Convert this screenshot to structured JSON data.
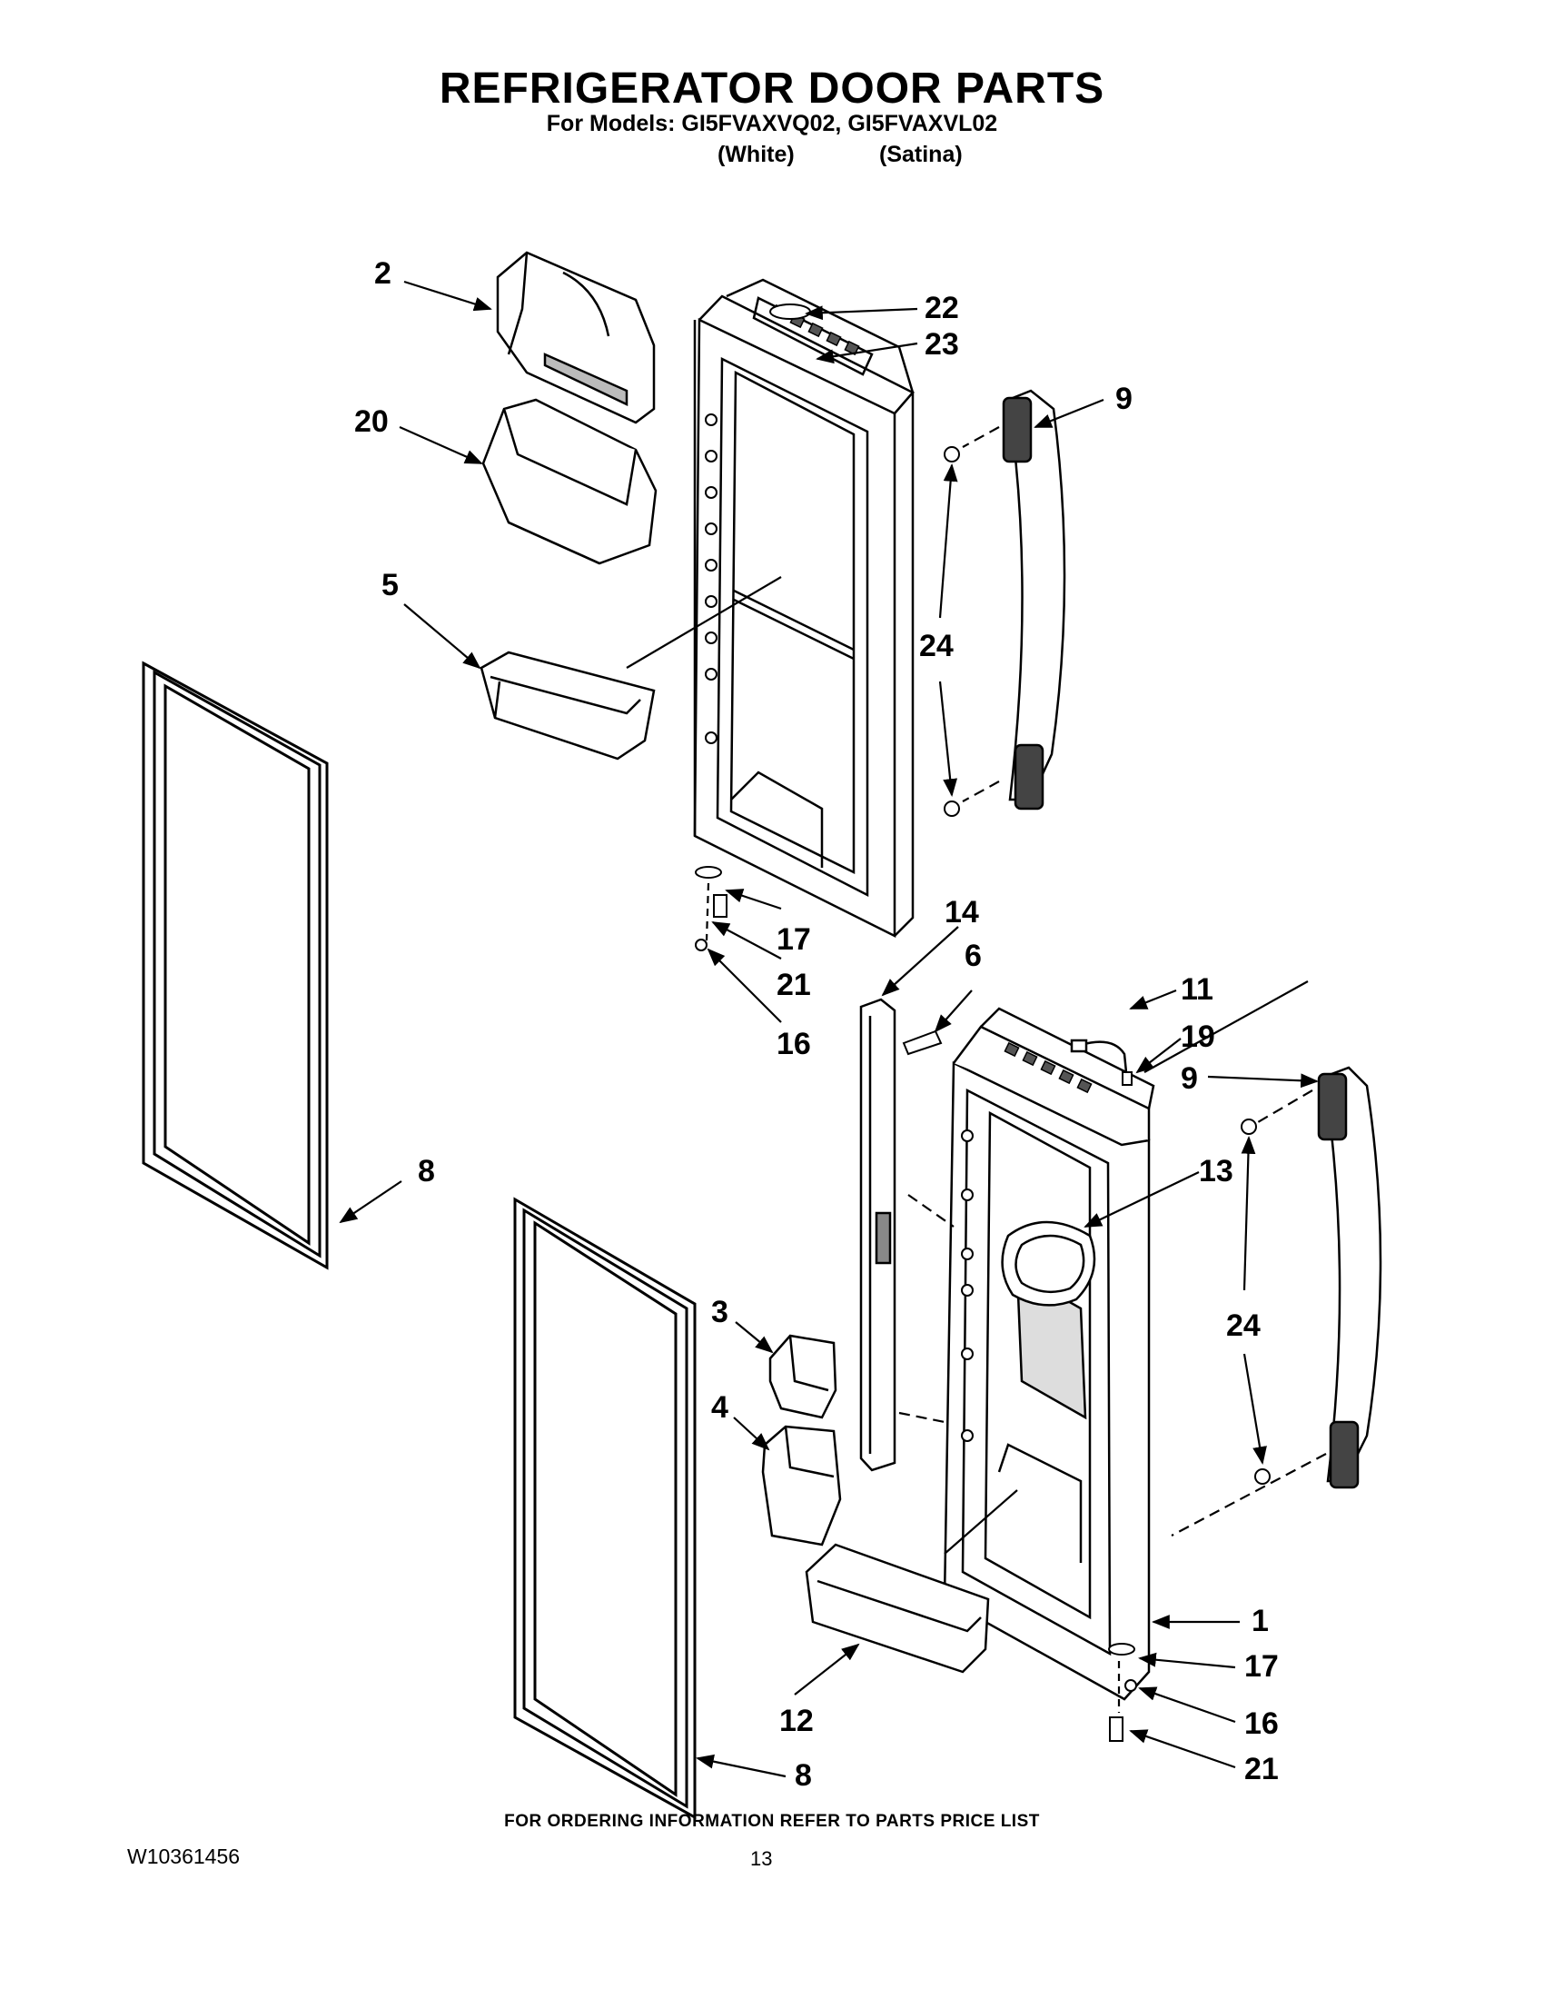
{
  "header": {
    "title": "REFRIGERATOR DOOR PARTS",
    "models_line": "For Models: GI5FVAXVQ02, GI5FVAXVL02",
    "color_1": "(White)",
    "color_2": "(Satina)"
  },
  "callouts": {
    "c1": "1",
    "c2": "2",
    "c3": "3",
    "c4": "4",
    "c5": "5",
    "c6": "6",
    "c8_upper": "8",
    "c8_lower": "8",
    "c9_upper": "9",
    "c9_lower": "9",
    "c11": "11",
    "c12": "12",
    "c13": "13",
    "c14": "14",
    "c16_upper": "16",
    "c16_lower": "16",
    "c17_upper": "17",
    "c17_lower": "17",
    "c19": "19",
    "c20": "20",
    "c21_upper": "21",
    "c21_lower": "21",
    "c22": "22",
    "c23": "23",
    "c24_upper": "24",
    "c24_lower": "24"
  },
  "footer": {
    "ordering_note": "FOR ORDERING INFORMATION REFER TO PARTS PRICE LIST",
    "document_number": "W10361456",
    "page_number": "13"
  },
  "colors": {
    "ink": "#000000",
    "paper": "#ffffff",
    "shade": "#d9d9d9"
  }
}
